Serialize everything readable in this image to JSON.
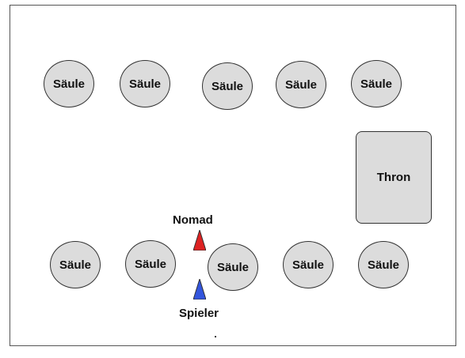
{
  "room": {
    "pillars_top": [
      {
        "label": "Säule"
      },
      {
        "label": "Säule"
      },
      {
        "label": "Säule"
      },
      {
        "label": "Säule"
      },
      {
        "label": "Säule"
      }
    ],
    "pillars_bottom": [
      {
        "label": "Säule"
      },
      {
        "label": "Säule"
      },
      {
        "label": "Säule"
      },
      {
        "label": "Säule"
      },
      {
        "label": "Säule"
      }
    ],
    "throne": {
      "label": "Thron"
    },
    "nomad": {
      "label": "Nomad",
      "color": "#dd2222"
    },
    "player": {
      "label": "Spieler",
      "color": "#3355dd"
    }
  }
}
